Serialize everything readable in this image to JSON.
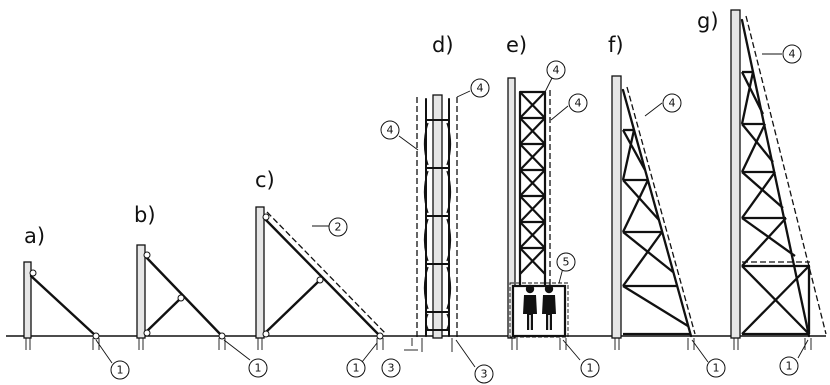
{
  "panels": [
    {
      "id": "a",
      "label": "a)"
    },
    {
      "id": "b",
      "label": "b)"
    },
    {
      "id": "c",
      "label": "c)"
    },
    {
      "id": "d",
      "label": "d)"
    },
    {
      "id": "e",
      "label": "e)"
    },
    {
      "id": "f",
      "label": "f)"
    },
    {
      "id": "g",
      "label": "g)"
    }
  ],
  "callouts": {
    "c1": "1",
    "c2": "2",
    "c3": "3",
    "c4": "4",
    "c5": "5"
  },
  "colors": {
    "line": "#111111",
    "post_fill": "#e6e6e6",
    "cabin_fill": "#ffffff"
  }
}
